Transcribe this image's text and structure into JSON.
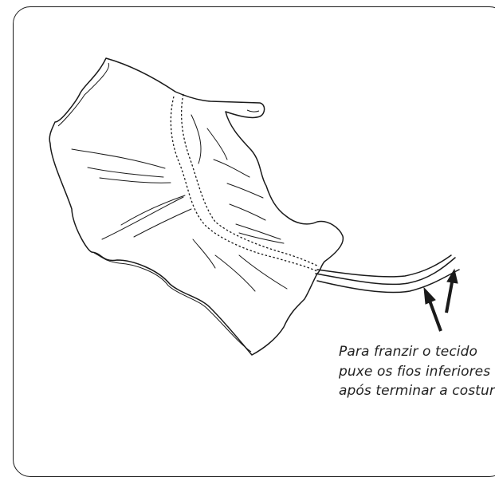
{
  "caption": {
    "line1": "Para franzir o tecido",
    "line2": "puxe os fios inferiores",
    "line3": "após terminar a costura"
  },
  "colors": {
    "line": "#1a1a1a",
    "background": "#ffffff"
  },
  "icons": [
    "gathered-fabric-icon",
    "thread-tails-icon",
    "arrow-icon"
  ]
}
